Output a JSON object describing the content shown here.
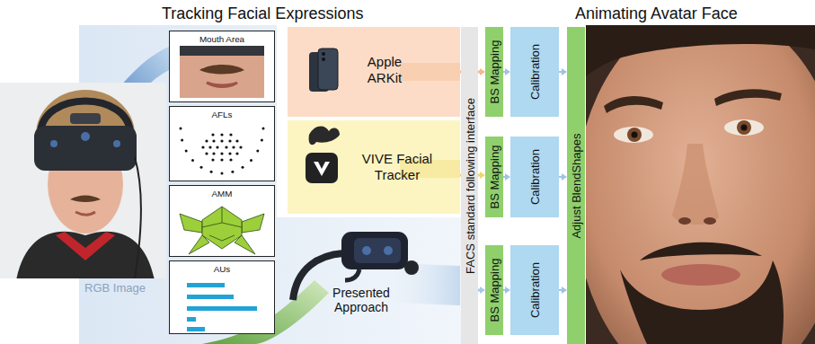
{
  "diagram": {
    "nodes": [
      {
        "text": [
          "Mouth Area"
        ]
      },
      {
        "text": [
          "AFLs"
        ]
      },
      {
        "text": [
          "AMM"
        ]
      },
      {
        "text": [
          "AUs"
        ]
      },
      {
        "text": [
          "Apple ARKit"
        ]
      },
      {
        "text": [
          "VIVE Facial Tracker"
        ]
      },
      {
        "text": [
          "FACS standard following interface"
        ]
      },
      {
        "text": [
          "BS Mapping"
        ]
      },
      {
        "text": [
          "Calibration"
        ]
      },
      {
        "text": [
          "BS Mapping"
        ]
      },
      {
        "text": [
          "Calibration"
        ]
      },
      {
        "text": [
          "BS Mapping"
        ]
      },
      {
        "text": [
          "Calibration"
        ]
      },
      {
        "text": [
          "Adjust BlendShapes"
        ]
      }
    ],
    "edges": [
      {
        "from": 4,
        "to": 7,
        "arrow": "to"
      },
      {
        "from": 5,
        "to": 9,
        "arrow": "to"
      },
      {
        "from": 6,
        "to": 11,
        "arrow": "to"
      },
      {
        "from": 7,
        "to": 8,
        "arrow": "to"
      },
      {
        "from": 9,
        "to": 10,
        "arrow": "to"
      },
      {
        "from": 11,
        "to": 12,
        "arrow": "to"
      },
      {
        "from": 8,
        "to": 13,
        "arrow": "to"
      },
      {
        "from": 10,
        "to": 13,
        "arrow": "to"
      },
      {
        "from": 12,
        "to": 13,
        "arrow": "to"
      }
    ],
    "labels": [
      "Tracking Facial Expressions",
      "Animating Avatar Face",
      "RGB Image",
      "Presented Approach"
    ]
  }
}
